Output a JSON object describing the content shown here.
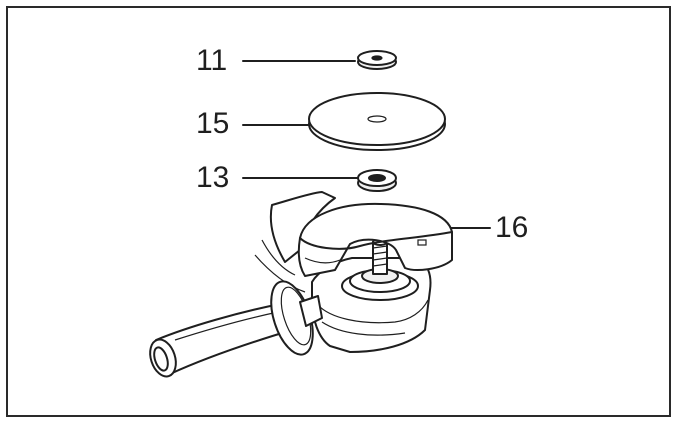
{
  "figure": {
    "callouts": [
      {
        "id": "11",
        "label": "11"
      },
      {
        "id": "15",
        "label": "15"
      },
      {
        "id": "13",
        "label": "13"
      },
      {
        "id": "16",
        "label": "16"
      }
    ]
  }
}
